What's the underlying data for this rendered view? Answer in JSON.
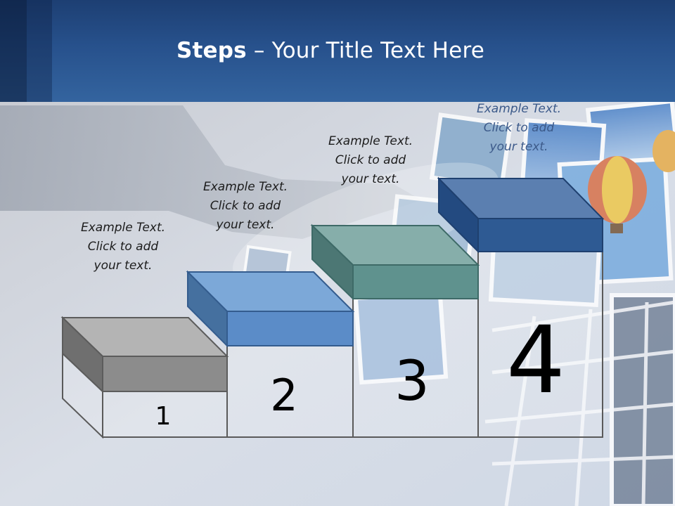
{
  "slide": {
    "title_bold": "Steps",
    "title_rest": " – Your Title Text Here"
  },
  "steps": [
    {
      "number": "1",
      "color": "#8c8c8c",
      "caption": {
        "line1": "Example Text.",
        "line2": "Click  to add",
        "line3": "your text."
      }
    },
    {
      "number": "2",
      "color": "#5b8cc8",
      "caption": {
        "line1": "Example Text.",
        "line2": "Click  to add",
        "line3": "your text."
      }
    },
    {
      "number": "3",
      "color": "#5f928e",
      "caption": {
        "line1": "Example Text.",
        "line2": "Click  to add",
        "line3": "your text."
      }
    },
    {
      "number": "4",
      "color": "#2e5a93",
      "caption": {
        "line1": "Example Text.",
        "line2": "Click  to add",
        "line3": "your text."
      }
    }
  ],
  "colors": {
    "header": "#27518c",
    "caption_text": "#1c1c1c",
    "caption_text_last": "#3c5a8a"
  }
}
